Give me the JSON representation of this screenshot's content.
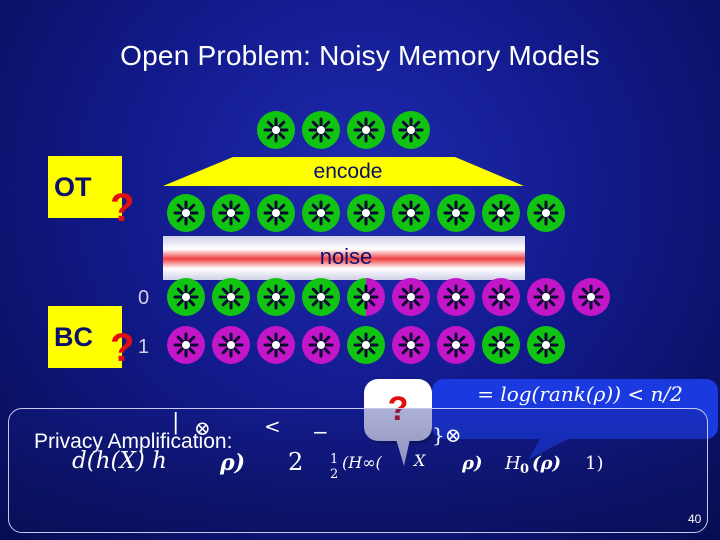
{
  "title": "Open Problem: Noisy Memory Models",
  "labels": {
    "ot": "OT",
    "bc": "BC",
    "question": "?",
    "encode": "encode",
    "noise": "noise",
    "bit0": "0",
    "bit1": "1"
  },
  "rows": {
    "top": [
      "green",
      "green",
      "green",
      "green"
    ],
    "encoded": [
      "green",
      "green",
      "green",
      "green",
      "green",
      "green",
      "green",
      "green",
      "green"
    ],
    "row0": [
      "green",
      "green",
      "green",
      "green",
      "split",
      "magenta",
      "magenta",
      "magenta",
      "magenta",
      "magenta"
    ],
    "row1": [
      "magenta",
      "magenta",
      "magenta",
      "magenta",
      "green",
      "magenta",
      "magenta",
      "green",
      "green"
    ]
  },
  "bubble": {
    "text": "?"
  },
  "callout": {
    "text": "= log(rank(ρ)) < n/2"
  },
  "privacy": {
    "label": "Privacy Amplification: ",
    "f1": "|",
    "f2": "⊗",
    "f3": "<",
    "f4": "−",
    "f5": "}⊗",
    "f6": "d(h(X) h",
    "f7": "ρ)",
    "f8": "2",
    "f9": "(H∞(",
    "f10": "X",
    "f11": "ρ)",
    "f12": "H",
    "f13": "0",
    "f14": "(ρ)",
    "f15": "1)",
    "f16": "1",
    "f17": "2"
  },
  "page_number": "40",
  "colors": {
    "green": "#12c412",
    "magenta": "#c216c8",
    "yellow": "#ffff00",
    "red": "#e01010",
    "callout": "#1a3adf"
  }
}
